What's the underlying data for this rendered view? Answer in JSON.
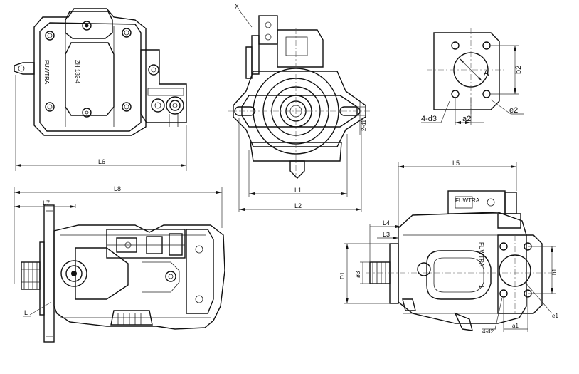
{
  "labels": {
    "L6": "L6",
    "L8": "L8",
    "L7": "L7",
    "L": "L",
    "X": "X",
    "L1": "L1",
    "L2": "L2",
    "d1": "2-d1",
    "b2": "b2",
    "A": "A",
    "d3": "4-d3",
    "a2": "a2",
    "e2": "e2",
    "L5": "L5",
    "L4": "L4",
    "L3": "L3",
    "D1": "D1",
    "phi3": "ø3",
    "b1": "b1",
    "e1": "e1",
    "d2": "4-d2",
    "a1": "a1"
  },
  "markings": {
    "brand": "FUWTRA",
    "serial": "ZH 132-4",
    "brand_side": "FUWTRA",
    "brand_top": "FUWTRA",
    "num1": "1"
  }
}
